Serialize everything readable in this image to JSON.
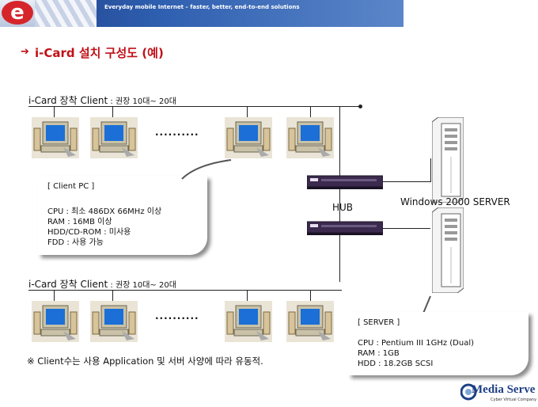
{
  "banner": {
    "tagline": "Everyday mobile Internet – faster, better, end-to-end solutions",
    "logo_letter": "e"
  },
  "title": "i-Card 설치 구성도 (예)",
  "client_row_top": {
    "label": "i-Card 장착 Client",
    "sub": " : 권장 10대~ 20대"
  },
  "client_row_bottom": {
    "label": "i-Card 장착 Client",
    "sub": " : 권장 10대~ 20대"
  },
  "ellipsis": "..........",
  "client_pc_box": {
    "heading": "[ Client PC ]",
    "lines": [
      "CPU : 최소 486DX 66MHz 이상",
      "RAM : 16MB 이상",
      "HDD/CD-ROM : 미사용",
      "FDD : 사용 가능"
    ]
  },
  "hub_label": "HUB",
  "server_label": "Windows 2000 SERVER",
  "server_box": {
    "heading": "[ SERVER ]",
    "lines": [
      "CPU : Pentium  III 1GHz (Dual)",
      "RAM : 1GB",
      "HDD : 18.2GB SCSI"
    ]
  },
  "note": "※ Client수는 사용 Application 및 서버 사양에 따라 유동적.",
  "company_logo": {
    "name": "Media Serve",
    "tagline": "Cyber Virtual Company"
  },
  "colors": {
    "title": "#c01018",
    "banner": "#1d3f86",
    "screen": "#1b6fd6"
  }
}
